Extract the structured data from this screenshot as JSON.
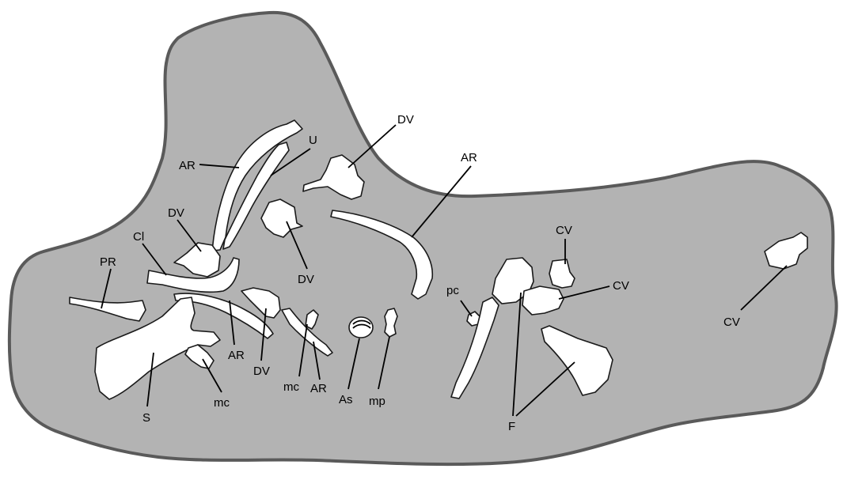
{
  "labels": {
    "ar_top": "AR",
    "u": "U",
    "dv_top": "DV",
    "ar_mid": "AR",
    "dv_left": "DV",
    "cl": "Cl",
    "pr": "PR",
    "dv_center": "DV",
    "ar_lower": "AR",
    "dv_lower": "DV",
    "mc_mid": "mc",
    "ar_bottom": "AR",
    "as": "As",
    "mp": "mp",
    "s": "S",
    "mc_left": "mc",
    "pc": "pc",
    "cv_top": "CV",
    "cv_mid": "CV",
    "f": "F",
    "cv_right": "CV"
  }
}
